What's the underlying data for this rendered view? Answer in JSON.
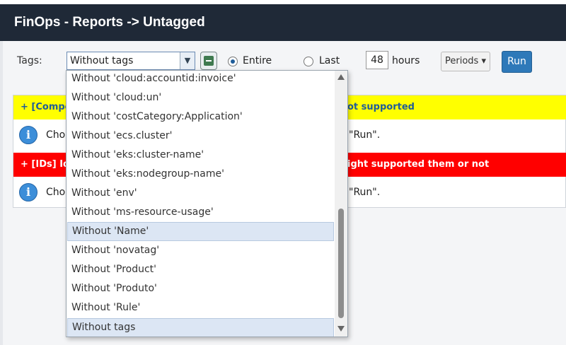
{
  "header": {
    "title": "FinOps - Reports -> Untagged"
  },
  "toolbar": {
    "tags_label": "Tags:",
    "selected_tag": "Without tags",
    "radio_entire_label": "Entire",
    "radio_last_label": "Last",
    "hours_value": "48",
    "hours_label": "hours",
    "periods_label": "Periods ▾",
    "run_label": "Run"
  },
  "results": {
    "bar1_left": "+ [Compo",
    "bar1_right": "ot supported",
    "info1_left": "Choo",
    "info1_right": "\"Run\".",
    "bar2_left": "+ [IDs] Ide",
    "bar2_right": "ight supported them or not",
    "info2_left": "Choo",
    "info2_right": "\"Run\"."
  },
  "dropdown": {
    "options": [
      "Without 'cloud:accountid:invoice'",
      "Without 'cloud:un'",
      "Without 'costCategory:Application'",
      "Without 'ecs.cluster'",
      "Without 'eks:cluster-name'",
      "Without 'eks:nodegroup-name'",
      "Without 'env'",
      "Without 'ms-resource-usage'",
      "Without 'Name'",
      "Without 'novatag'",
      "Without 'Product'",
      "Without 'Produto'",
      "Without 'Rule'",
      "Without tags"
    ]
  },
  "colors": {
    "header_bg": "#1f2937",
    "run_button": "#2e79b9",
    "yellow_bar": "#ffff00",
    "red_bar": "#ff0000",
    "highlight": "#dce6f4"
  }
}
